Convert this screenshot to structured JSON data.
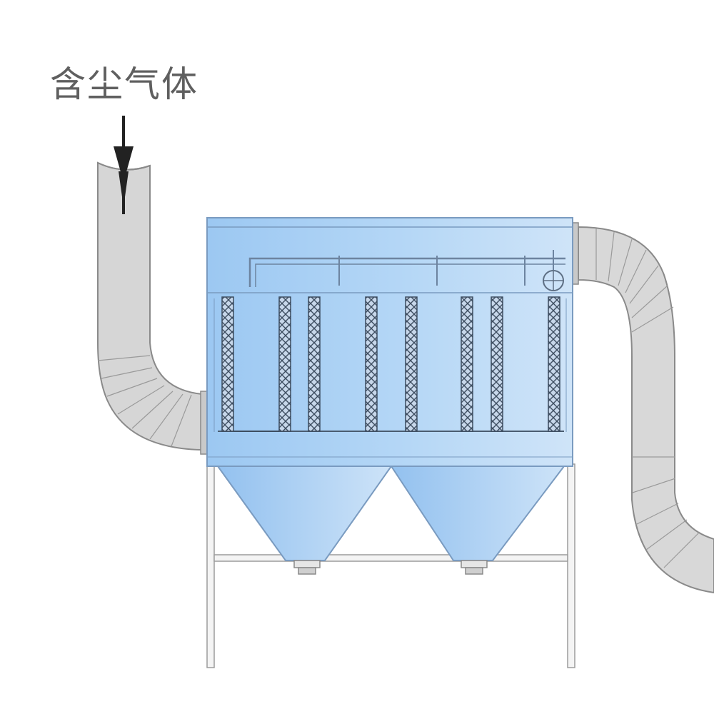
{
  "diagram": {
    "inlet_label": "含尘气体",
    "colors": {
      "body": "#a9d0f5",
      "body_dark": "#8dbbe8",
      "outline": "#5a7fa8",
      "duct": "#d9d9d9",
      "duct_line": "#8a8a8a",
      "frame": "#a8a8a8",
      "arrow": "#222222",
      "filter": "#b9cce0"
    },
    "components": [
      {
        "id": "inlet-duct",
        "icon": "duct"
      },
      {
        "id": "outlet-duct",
        "icon": "duct"
      },
      {
        "id": "filter-housing",
        "icon": "housing"
      },
      {
        "id": "filter-bags",
        "icon": "filter"
      },
      {
        "id": "hoppers",
        "icon": "hopper"
      },
      {
        "id": "support-frame",
        "icon": "frame"
      },
      {
        "id": "flow-arrow",
        "icon": "arrow-down-icon"
      },
      {
        "id": "fan-valve",
        "icon": "valve-icon"
      }
    ]
  }
}
